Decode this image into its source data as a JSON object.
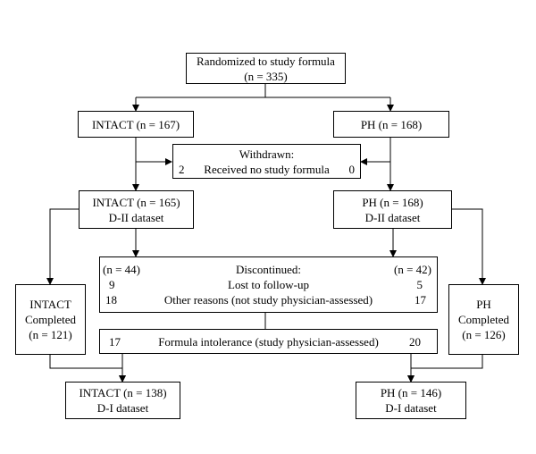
{
  "randomized": {
    "line1": "Randomized to study formula",
    "line2": "(n = 335)"
  },
  "intact_arm": {
    "label": "INTACT (n = 167)"
  },
  "ph_arm": {
    "label": "PH (n = 168)"
  },
  "withdrawn": {
    "title": "Withdrawn:",
    "left_count": "2",
    "reason": "Received no study formula",
    "right_count": "0"
  },
  "intact_dii": {
    "line1": "INTACT (n = 165)",
    "line2": "D-II dataset"
  },
  "ph_dii": {
    "line1": "PH (n = 168)",
    "line2": "D-II dataset"
  },
  "discontinued": {
    "left_n": "(n = 44)",
    "title": "Discontinued:",
    "right_n": "(n = 42)",
    "lost_left": "9",
    "lost_label": "Lost to follow-up",
    "lost_right": "5",
    "other_left": "18",
    "other_label": "Other reasons (not study physician-assessed)",
    "other_right": "17"
  },
  "intolerance": {
    "left": "17",
    "label": "Formula intolerance (study physician-assessed)",
    "right": "20"
  },
  "intact_completed": {
    "line1": "INTACT",
    "line2": "Completed",
    "line3": "(n = 121)"
  },
  "ph_completed": {
    "line1": "PH",
    "line2": "Completed",
    "line3": "(n = 126)"
  },
  "intact_di": {
    "line1": "INTACT (n = 138)",
    "line2": "D-I dataset"
  },
  "ph_di": {
    "line1": "PH (n = 146)",
    "line2": "D-I dataset"
  }
}
